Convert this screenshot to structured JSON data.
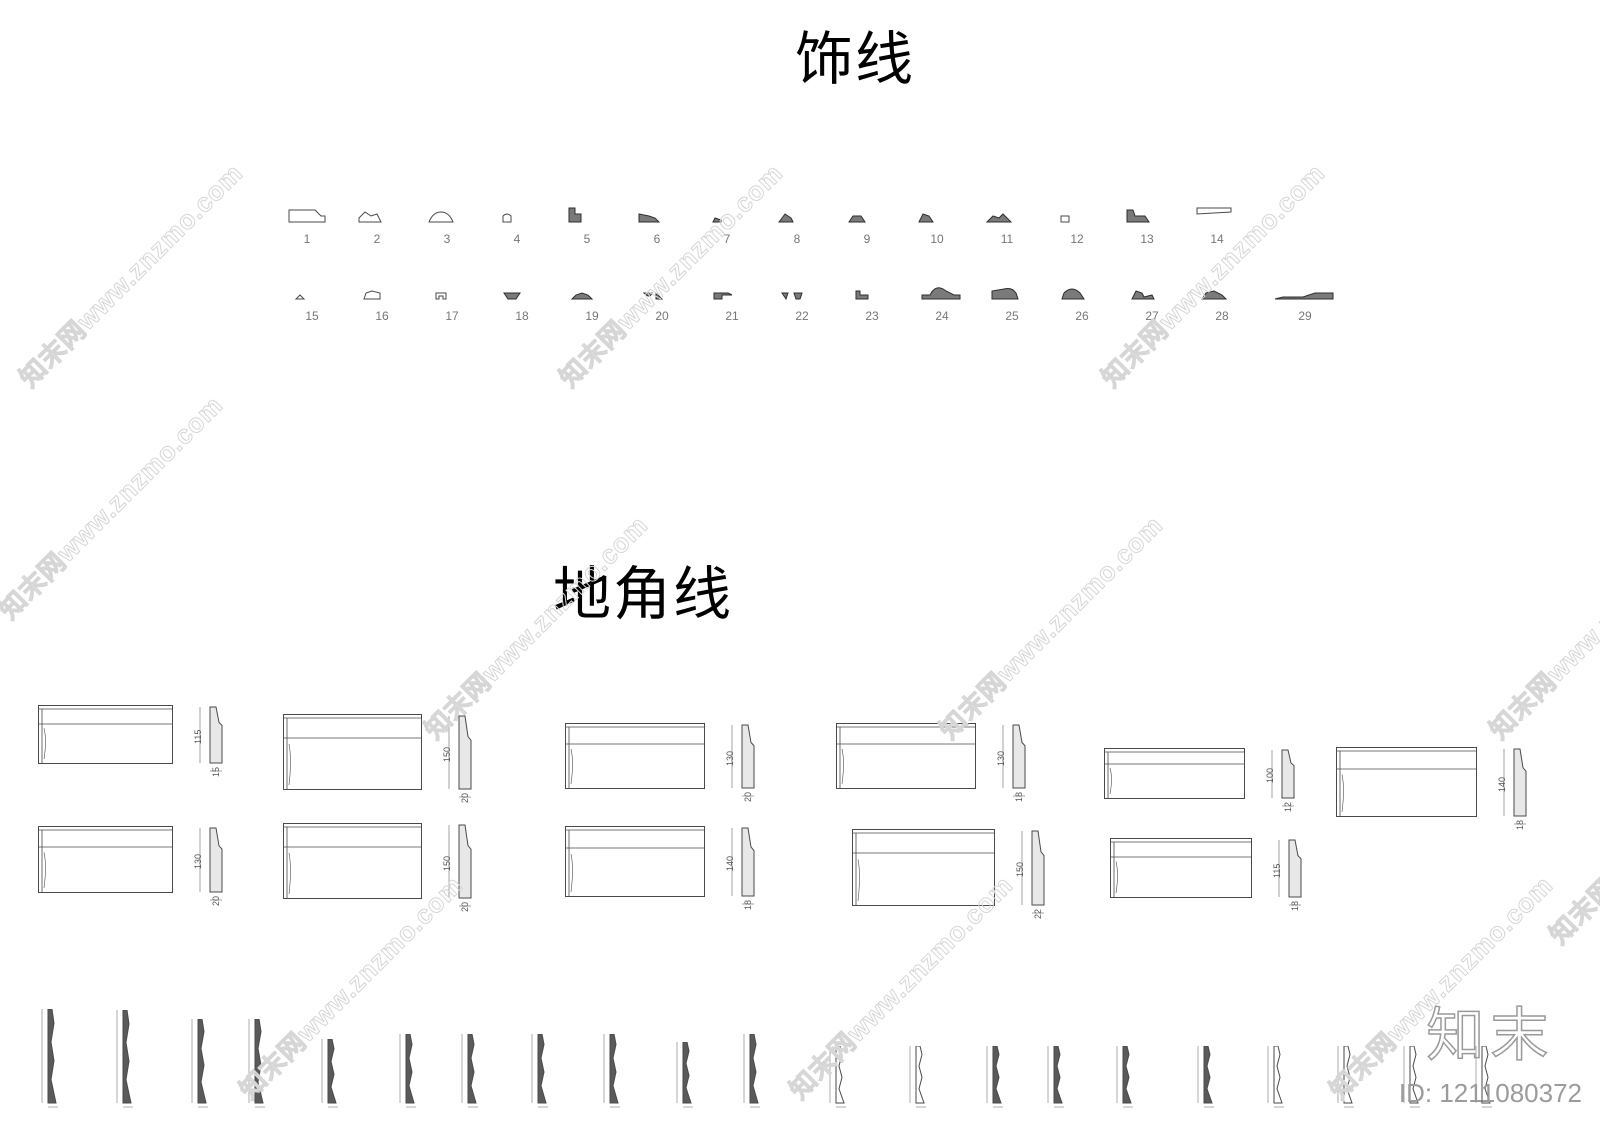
{
  "titles": {
    "moulding": "饰线",
    "skirting": "地角线"
  },
  "moulding_profiles": {
    "row1": [
      "1",
      "2",
      "3",
      "4",
      "5",
      "6",
      "7",
      "8",
      "9",
      "10",
      "11",
      "12",
      "13",
      "14"
    ],
    "row2": [
      "15",
      "16",
      "17",
      "18",
      "19",
      "20",
      "21",
      "22",
      "23",
      "24",
      "25",
      "26",
      "27",
      "28",
      "29"
    ]
  },
  "skirting_boards": [
    {
      "height_label": "115",
      "width_label": "15"
    },
    {
      "height_label": "150",
      "width_label": "20"
    },
    {
      "height_label": "130",
      "width_label": "20"
    },
    {
      "height_label": "130",
      "width_label": "18"
    },
    {
      "height_label": "100",
      "width_label": "12"
    },
    {
      "height_label": "140",
      "width_label": "18"
    },
    {
      "height_label": "130",
      "width_label": "20"
    },
    {
      "height_label": "150",
      "width_label": "20"
    },
    {
      "height_label": "140",
      "width_label": "18"
    },
    {
      "height_label": "150",
      "width_label": "22"
    },
    {
      "height_label": "115",
      "width_label": "18"
    }
  ],
  "watermark": {
    "text": "知末网www.znzmo.com"
  },
  "brand": {
    "logo": "知末",
    "id": "ID: 1211080372"
  },
  "colors": {
    "line": "#4a4a4a",
    "hatch": "#2e2e2e",
    "watermark": "#d6d6d6",
    "brand": "#9b9b9b"
  }
}
